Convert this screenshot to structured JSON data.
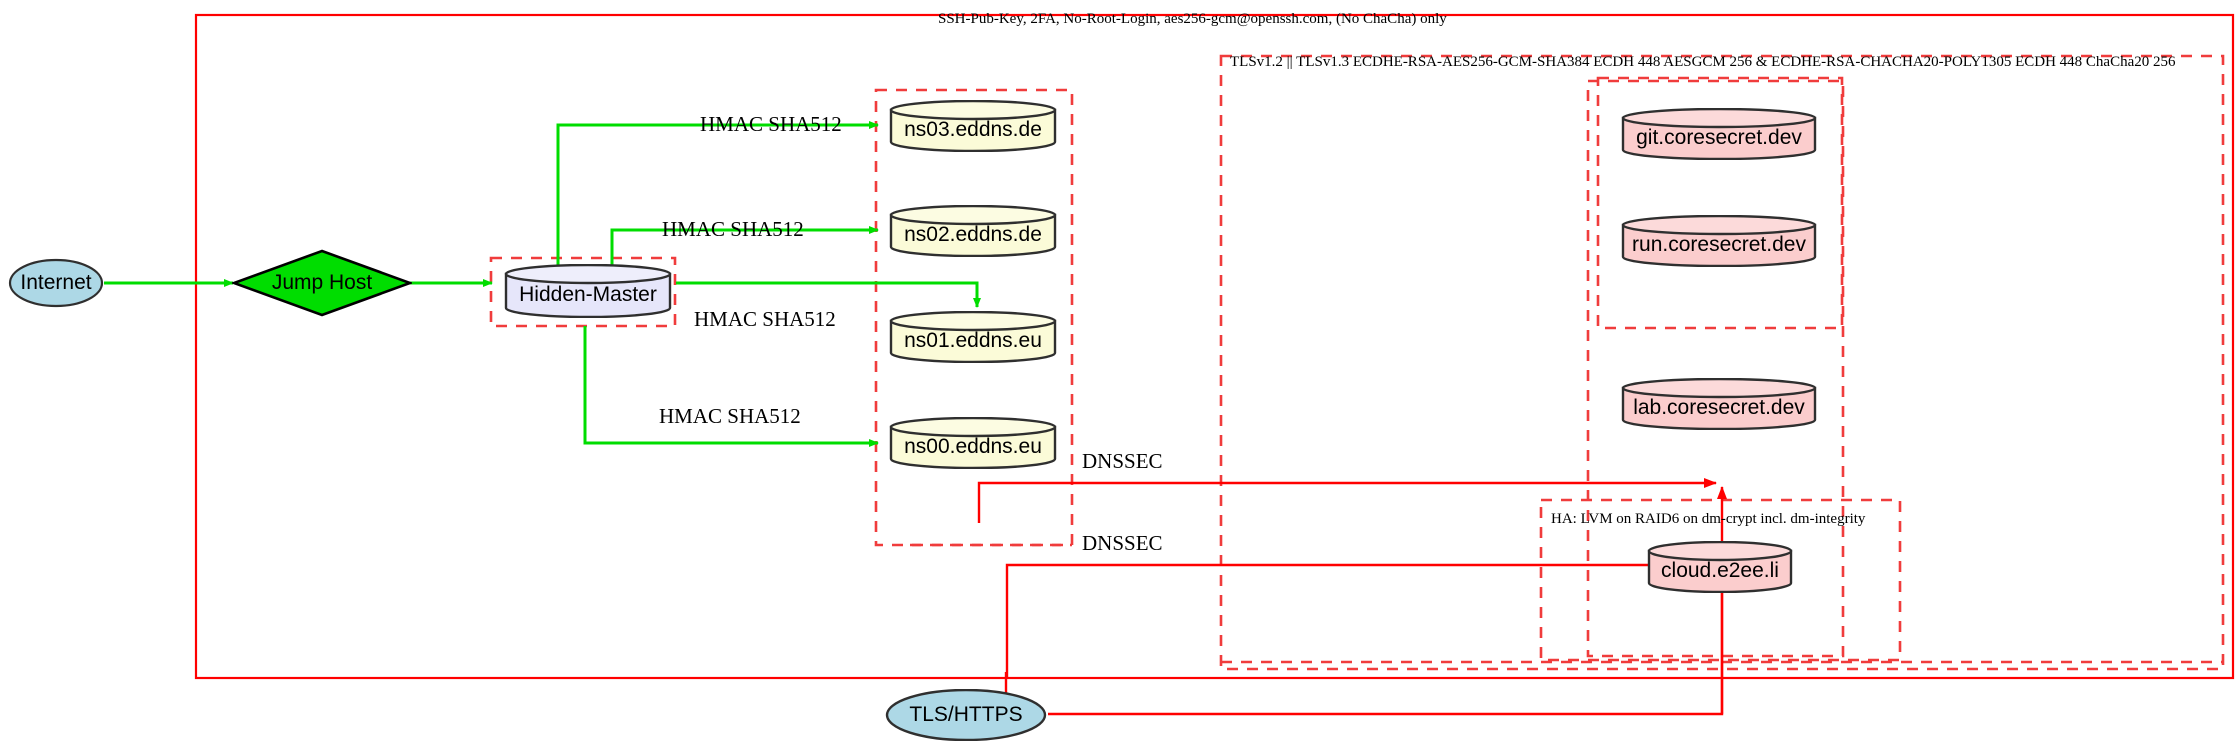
{
  "diagram": {
    "title_annotations": {
      "outer_cluster_label": "SSH-Pub-Key, 2FA, No-Root-Login, aes256-gcm@openssh.com, (No ChaCha) only",
      "tls_cluster_label": "TLSv1.2 || TLSv1.3 ECDHE-RSA-AES256-GCM-SHA384 ECDH 448 AESGCM 256 & ECDHE-RSA-CHACHA20-POLY1305 ECDH 448 ChaCha20 256",
      "ha_cluster_label": "HA: LVM on RAID6 on dm-crypt incl. dm-integrity"
    },
    "nodes": [
      {
        "id": "internet",
        "label": "Internet",
        "shape": "ellipse",
        "fill": "#add8e6"
      },
      {
        "id": "jumphost",
        "label": "Jump Host",
        "shape": "diamond",
        "fill": "#00dd00"
      },
      {
        "id": "hidden-master",
        "label": "Hidden-Master",
        "shape": "cylinder",
        "fill": "#e6e6fa"
      },
      {
        "id": "ns03",
        "label": "ns03.eddns.de",
        "shape": "cylinder",
        "fill": "#fbfbd8"
      },
      {
        "id": "ns02",
        "label": "ns02.eddns.de",
        "shape": "cylinder",
        "fill": "#fbfbd8"
      },
      {
        "id": "ns01",
        "label": "ns01.eddns.eu",
        "shape": "cylinder",
        "fill": "#fbfbd8"
      },
      {
        "id": "ns00",
        "label": "ns00.eddns.eu",
        "shape": "cylinder",
        "fill": "#fbfbd8"
      },
      {
        "id": "git",
        "label": "git.coresecret.dev",
        "shape": "cylinder",
        "fill": "#fbcdcd"
      },
      {
        "id": "run",
        "label": "run.coresecret.dev",
        "shape": "cylinder",
        "fill": "#fbcdcd"
      },
      {
        "id": "lab",
        "label": "lab.coresecret.dev",
        "shape": "cylinder",
        "fill": "#fbcdcd"
      },
      {
        "id": "cloud",
        "label": "cloud.e2ee.li",
        "shape": "cylinder",
        "fill": "#fbcdcd"
      },
      {
        "id": "tls-https",
        "label": "TLS/HTTPS",
        "shape": "ellipse",
        "fill": "#add8e6"
      }
    ],
    "edge_labels": [
      {
        "id": "hmac-ns03",
        "text": "HMAC SHA512"
      },
      {
        "id": "hmac-ns02",
        "text": "HMAC SHA512"
      },
      {
        "id": "hmac-ns01",
        "text": "HMAC SHA512"
      },
      {
        "id": "hmac-ns00",
        "text": "HMAC SHA512"
      },
      {
        "id": "dnssec-upper",
        "text": "DNSSEC"
      },
      {
        "id": "dnssec-lower",
        "text": "DNSSEC"
      }
    ],
    "colors": {
      "edge_green": "#00dd00",
      "edge_red": "#ff0000",
      "cluster_solid": "#ff0000",
      "cluster_dashed": "#f03c3c",
      "node_stroke": "#2f2f2f",
      "text": "#000000"
    }
  }
}
